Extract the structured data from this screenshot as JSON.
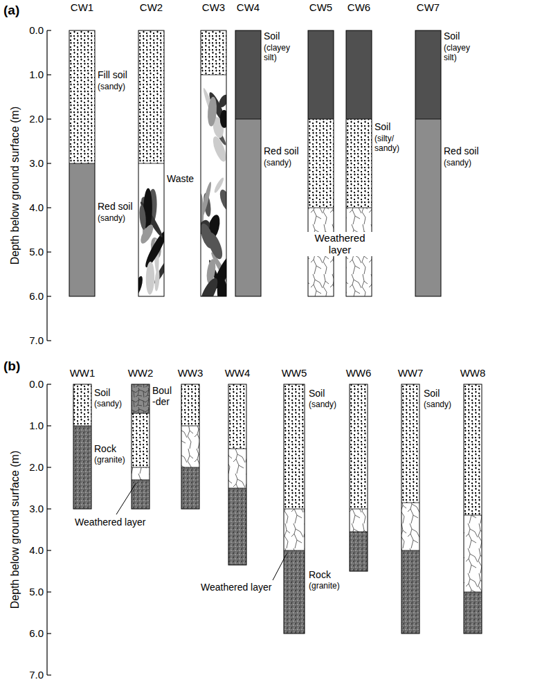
{
  "diagram": {
    "labels": [
      "(a)",
      "CW1",
      "CW2",
      "CW3",
      "CW4",
      "CW5",
      "CW6",
      "CW7",
      "0.0",
      "1.0",
      "2.0",
      "3.0",
      "4.0",
      "5.0",
      "6.0",
      "7.0",
      "Depth below ground surface (m)",
      "Fill soil",
      "(sandy)",
      "Red soil",
      "(sandy)",
      "Waste",
      "Soil",
      "(clayey silt)",
      "Red soil",
      "(sandy)",
      "Soil",
      "(silty/ sandy)",
      "Weathered layer",
      "Soil",
      "(clayey silt)",
      "Red soil",
      "(sandy)",
      "(b)",
      "WW1",
      "WW2",
      "WW3",
      "WW4",
      "WW5",
      "WW6",
      "WW7",
      "WW8",
      "0.0",
      "1.0",
      "2.0",
      "3.0",
      "4.0",
      "5.0",
      "6.0",
      "7.0",
      "Depth below ground surface (m)",
      "Soil",
      "(sandy)",
      "Boul -der",
      "Rock",
      "(granite)",
      "Weathered layer",
      "Soil",
      "(sandy)",
      "Weathered layer",
      "Rock",
      "(granite)",
      "Soil",
      "(sandy)"
    ]
  }
}
